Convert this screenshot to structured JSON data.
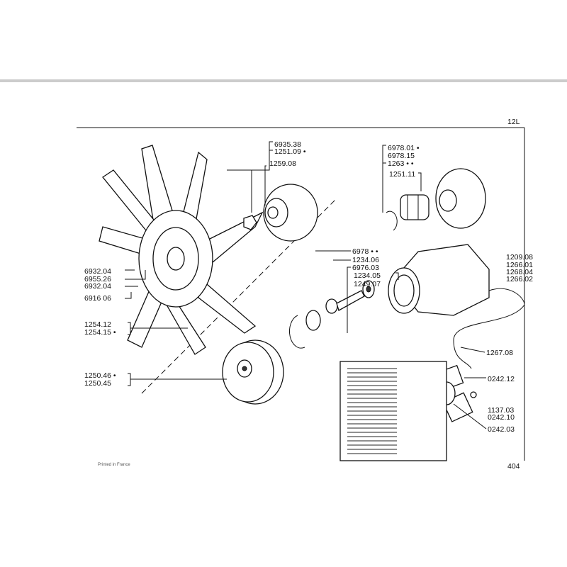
{
  "page": {
    "section": "12L",
    "number": "404",
    "imprint": "Printed in France"
  },
  "labels": {
    "hub_top": [
      "6935.38",
      "1251.09 •",
      "1259.08"
    ],
    "bearing_top": [
      "6978.01 •",
      "6978.15",
      "1263 • •",
      "1251.11"
    ],
    "shaft": [
      "6978 • •",
      "1234.06",
      "6976.03",
      "1234.05",
      "1249.07"
    ],
    "sensor_top": [
      "1209.08",
      "1266.01",
      "1268.04",
      "1266.02"
    ],
    "cable": "1267.08",
    "switches": [
      "0242.12",
      "1137.03",
      "0242.10",
      "0242.03"
    ],
    "fan_fasteners": [
      "6932.04",
      "6955.26",
      "6932.04",
      "6916 06"
    ],
    "fan": [
      "1254.12",
      "1254.15 •"
    ],
    "pulley": [
      "1250.46 •",
      "1250.45"
    ]
  }
}
